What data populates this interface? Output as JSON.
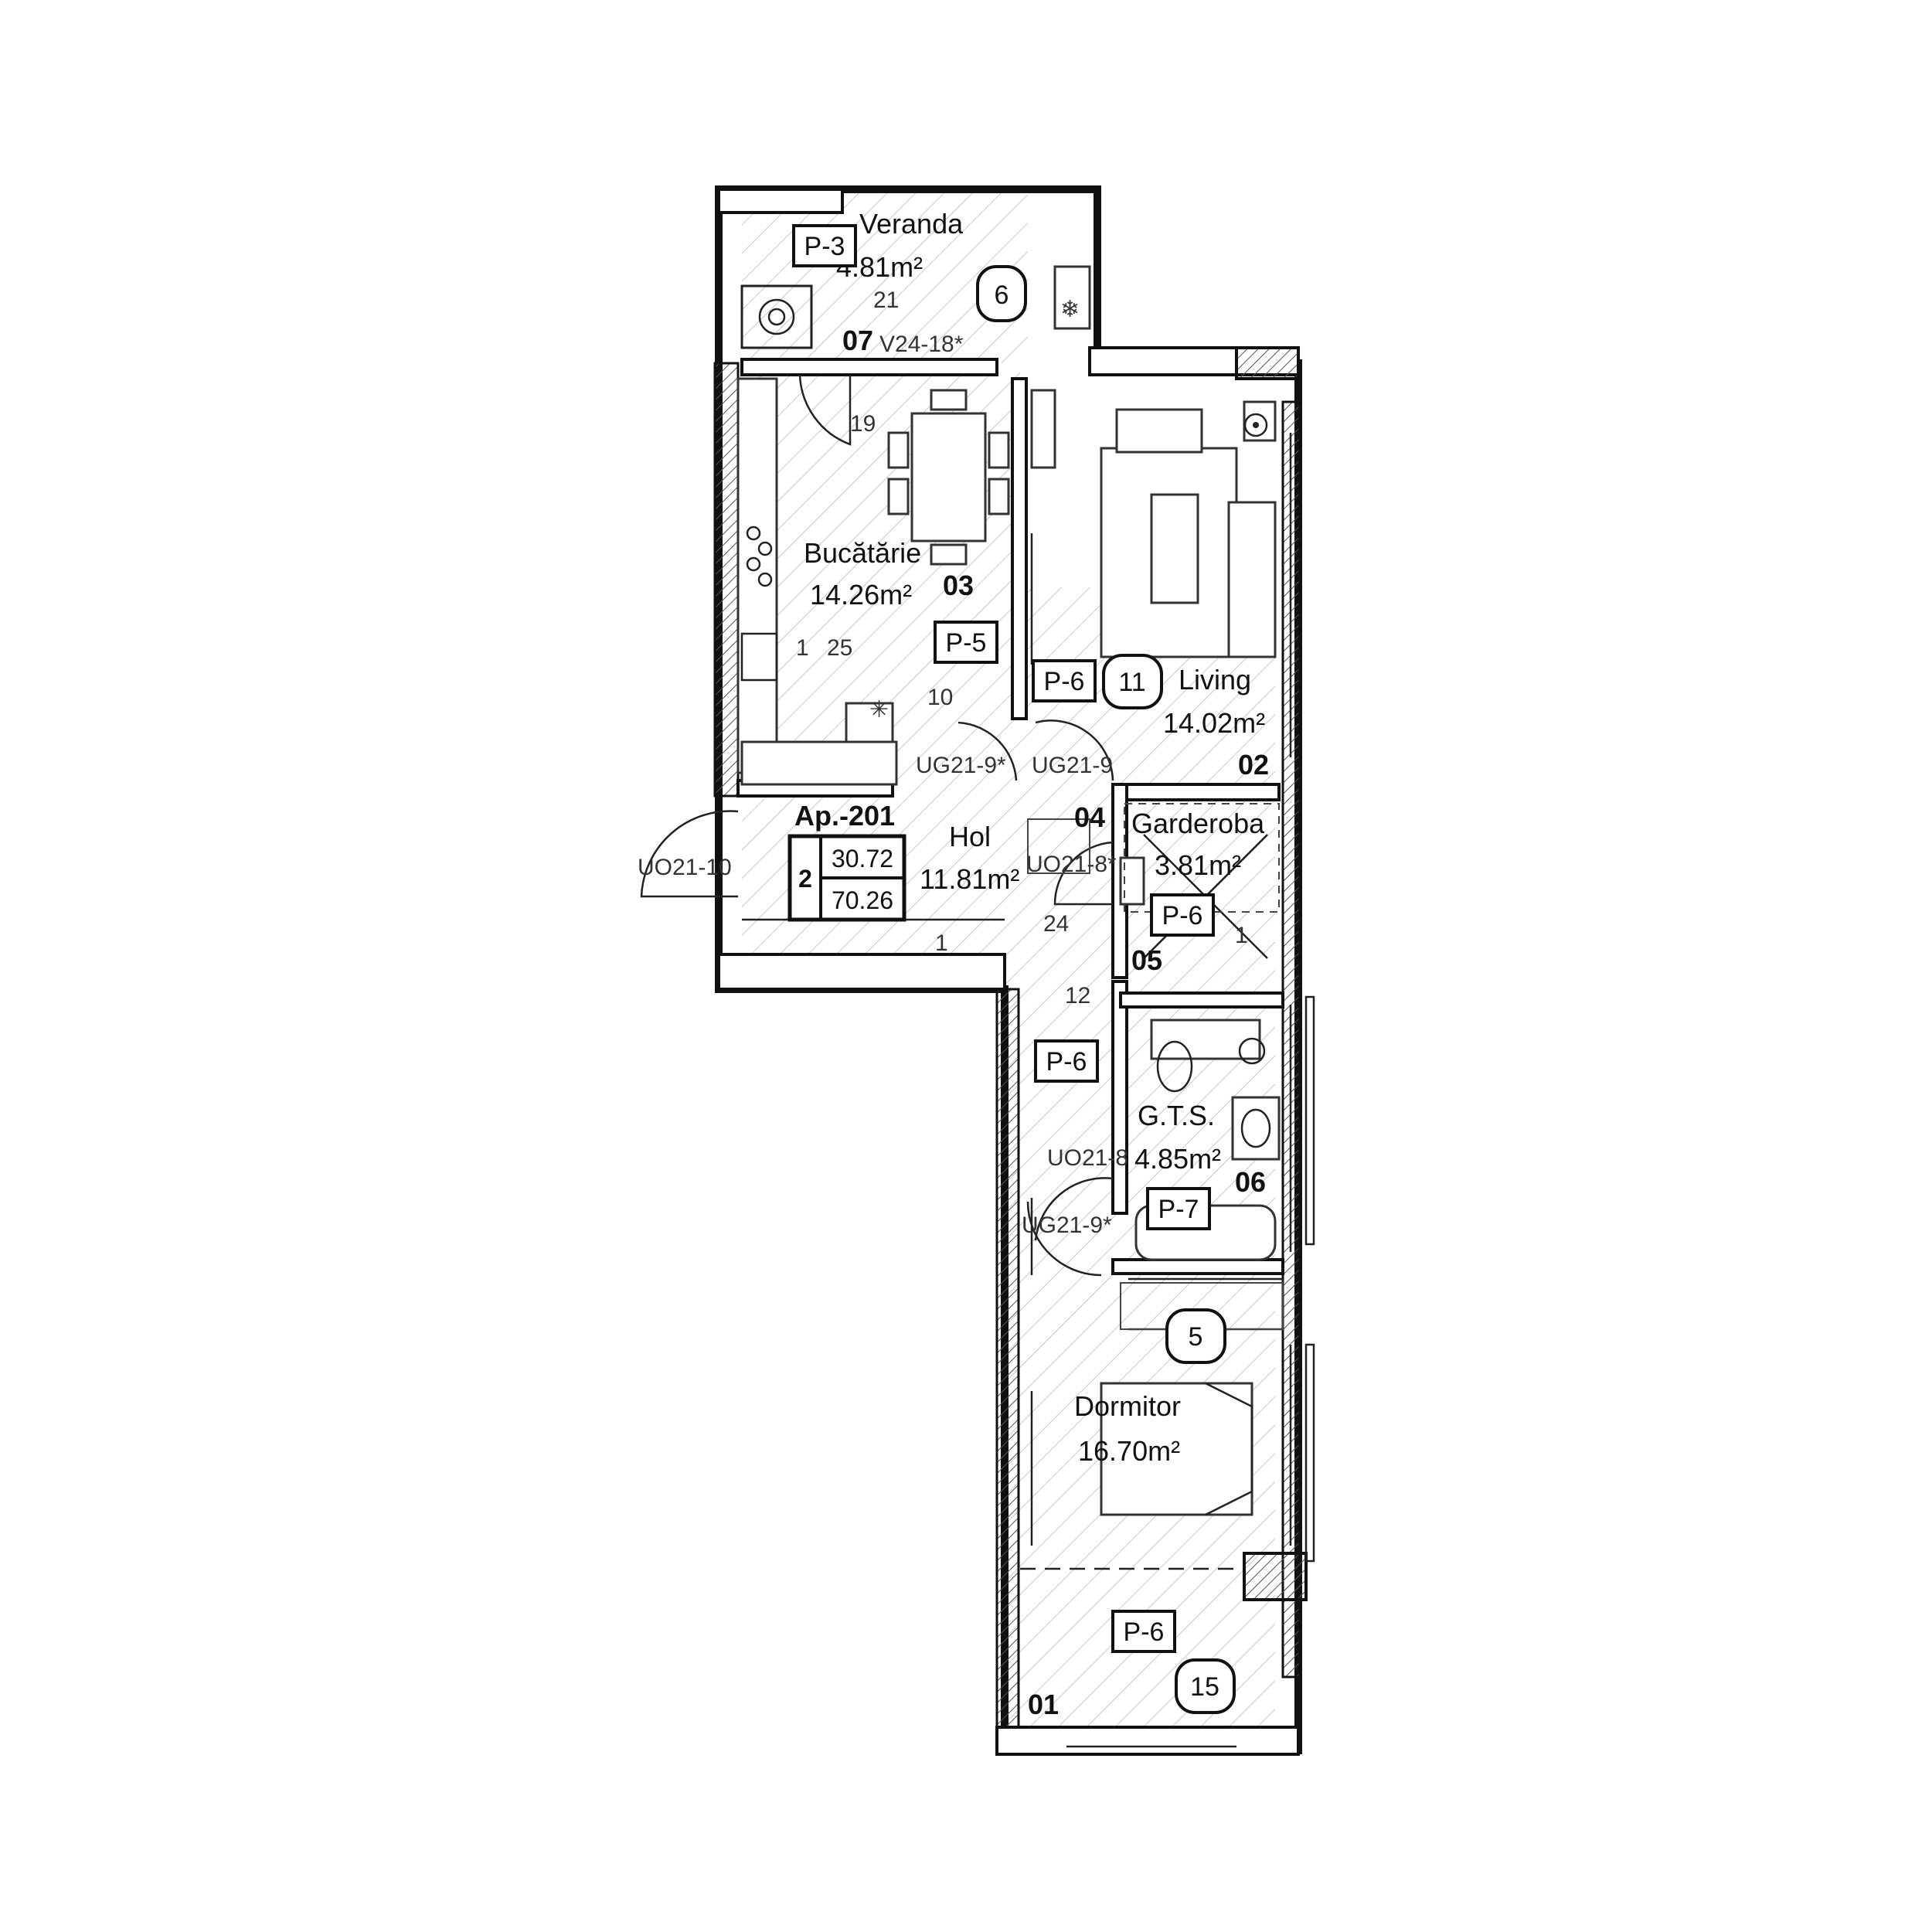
{
  "title": "Ap.-201",
  "apartment": {
    "rooms": "2",
    "value_top": "30.72",
    "value_bottom": "70.26"
  },
  "rooms": {
    "veranda": {
      "name": "Veranda",
      "area": "4.81m²",
      "number": "07"
    },
    "kitchen": {
      "name": "Bucătărie",
      "area": "14.26m²",
      "number": "03"
    },
    "living": {
      "name": "Living",
      "area": "14.02m²",
      "number": "02"
    },
    "hall": {
      "name": "Hol",
      "area": "11.81m²",
      "number": "04"
    },
    "wardrobe": {
      "name": "Garderoba",
      "area": "3.81m²",
      "number": "05"
    },
    "bathroom": {
      "name": "G.T.S.",
      "area": "4.85m²",
      "number": "06"
    },
    "bedroom": {
      "name": "Dormitor",
      "area": "16.70m²",
      "number": "01"
    }
  },
  "floor_tags": {
    "veranda": "P-3",
    "kitchen": "P-5",
    "living": "P-6",
    "wardrobe": "P-6",
    "hall": "P-6",
    "bathroom": "P-7",
    "bedroom": "P-6"
  },
  "circle_tags": {
    "veranda": "6",
    "living": "11",
    "bedroom_top": "5",
    "bedroom_bottom": "15"
  },
  "doors": {
    "entrance": "UO21-10",
    "kitchen": "UG21-9*",
    "living": "UG21-9",
    "wardrobe": "UO21-8*",
    "bathroom": "UO21-8",
    "bedroom": "UG21-9*",
    "window_veranda": "V24-18*"
  },
  "markers": {
    "m21": "21",
    "m19": "19",
    "m1_kitchen": "1",
    "m25": "25",
    "m10": "10",
    "m24": "24",
    "m1_hall": "1",
    "m12": "12",
    "m1_wardrobe": "1"
  },
  "icons": {
    "fan": "fan-icon",
    "snowflake": "snowflake-icon",
    "boiler": "boiler-icon",
    "stove": "stove-icon",
    "sink": "sink-icon",
    "toilet": "toilet-icon",
    "bathtub": "bathtub-icon",
    "washbasin": "washbasin-icon",
    "sofa": "sofa-icon",
    "bed": "bed-icon"
  }
}
